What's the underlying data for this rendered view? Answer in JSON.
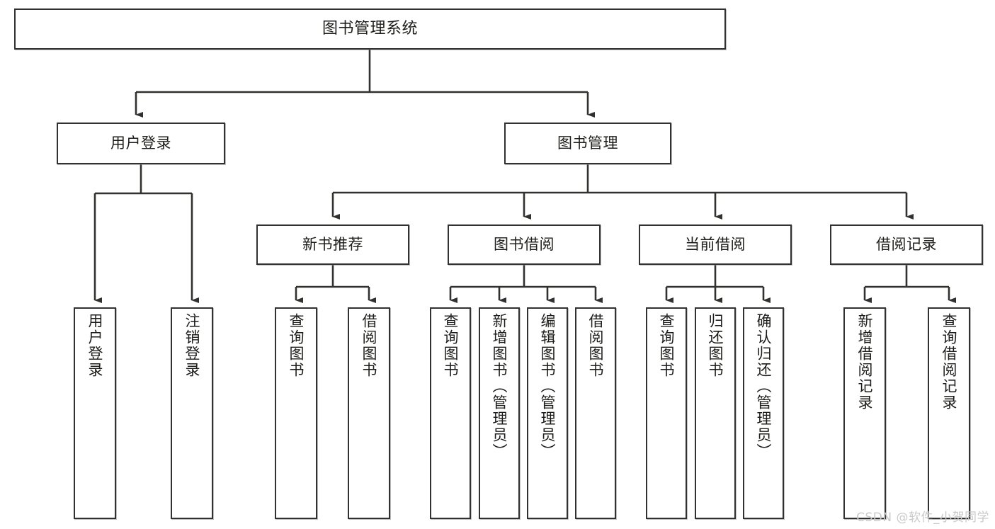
{
  "diagram": {
    "title": "图书管理系统",
    "type": "tree",
    "watermark": "CSDN @软件_小贺同学",
    "colors": {
      "box_border": "#31312f",
      "box_fill": "#ffffff",
      "edge": "#31312f",
      "text": "#1d1d1b",
      "watermark": "#c9c9c9",
      "background": "#ffffff"
    },
    "nodes": {
      "root": {
        "label": "图书管理系统"
      },
      "level2": [
        {
          "id": "user-login",
          "label": "用户登录"
        },
        {
          "id": "book-manage",
          "label": "图书管理"
        }
      ],
      "level3": [
        {
          "id": "new-book-rec",
          "label": "新书推荐"
        },
        {
          "id": "book-borrow",
          "label": "图书借阅"
        },
        {
          "id": "current-borrow",
          "label": "当前借阅"
        },
        {
          "id": "borrow-record",
          "label": "借阅记录"
        }
      ],
      "leaves": {
        "user-login": [
          {
            "id": "leaf-user-login",
            "label": "用户登录"
          },
          {
            "id": "leaf-logout",
            "label": "注销登录"
          }
        ],
        "new-book-rec": [
          {
            "id": "leaf-query-book-1",
            "label": "查询图书"
          },
          {
            "id": "leaf-borrow-book-1",
            "label": "借阅图书"
          }
        ],
        "book-borrow": [
          {
            "id": "leaf-query-book-2",
            "label": "查询图书"
          },
          {
            "id": "leaf-add-book",
            "label": "新增图书（管理员）"
          },
          {
            "id": "leaf-edit-book",
            "label": "编辑图书（管理员）"
          },
          {
            "id": "leaf-borrow-book-2",
            "label": "借阅图书"
          }
        ],
        "current-borrow": [
          {
            "id": "leaf-query-book-3",
            "label": "查询图书"
          },
          {
            "id": "leaf-return-book",
            "label": "归还图书"
          },
          {
            "id": "leaf-confirm-return",
            "label": "确认归还（管理员）"
          }
        ],
        "borrow-record": [
          {
            "id": "leaf-add-record",
            "label": "新增借阅记录"
          },
          {
            "id": "leaf-query-record",
            "label": "查询借阅记录"
          }
        ]
      }
    }
  }
}
